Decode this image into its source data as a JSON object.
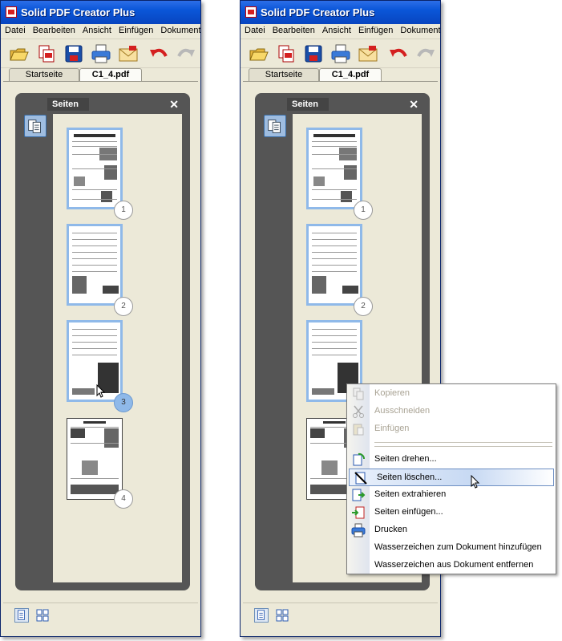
{
  "window": {
    "title": "Solid PDF Creator Plus",
    "menu": [
      "Datei",
      "Bearbeiten",
      "Ansicht",
      "Einfügen",
      "Dokumente"
    ],
    "tabs": [
      "Startseite",
      "C1_4.pdf"
    ],
    "active_tab": "C1_4.pdf",
    "panel_title": "Seiten",
    "close_glyph": "✕"
  },
  "toolbar_icons": [
    "open-folder-icon",
    "copy-pages-icon",
    "save-icon",
    "print-icon",
    "email-icon",
    "undo-icon",
    "redo-icon"
  ],
  "left_pages": [
    {
      "number": "1",
      "selected": false
    },
    {
      "number": "2",
      "selected": false
    },
    {
      "number": "3",
      "selected": true
    },
    {
      "number": "4",
      "selected": false
    }
  ],
  "right_pages": [
    {
      "number": "1"
    },
    {
      "number": "2"
    }
  ],
  "context_menu": {
    "items": [
      {
        "label": "Kopieren",
        "disabled": true,
        "icon": "copy-icon"
      },
      {
        "label": "Ausschneiden",
        "disabled": true,
        "icon": "cut-icon"
      },
      {
        "label": "Einfügen",
        "disabled": true,
        "icon": "paste-icon"
      },
      {
        "label": "Seiten drehen...",
        "disabled": false,
        "icon": "rotate-pages-icon"
      },
      {
        "label": "Seiten löschen...",
        "disabled": false,
        "highlighted": true,
        "icon": "delete-pages-icon"
      },
      {
        "label": "Seiten extrahieren",
        "disabled": false,
        "icon": "extract-pages-icon"
      },
      {
        "label": "Seiten einfügen...",
        "disabled": false,
        "icon": "insert-pages-icon"
      },
      {
        "label": "Drucken",
        "disabled": false,
        "icon": "print-icon"
      },
      {
        "label": "Wasserzeichen zum Dokument hinzufügen",
        "disabled": false
      },
      {
        "label": "Wasserzeichen aus Dokument entfernen",
        "disabled": false
      }
    ]
  },
  "colors": {
    "titlebar": "#0a56d8",
    "selection": "#8fb9e9",
    "panel": "#555555",
    "menu_highlight_border": "#6d8fc3"
  }
}
